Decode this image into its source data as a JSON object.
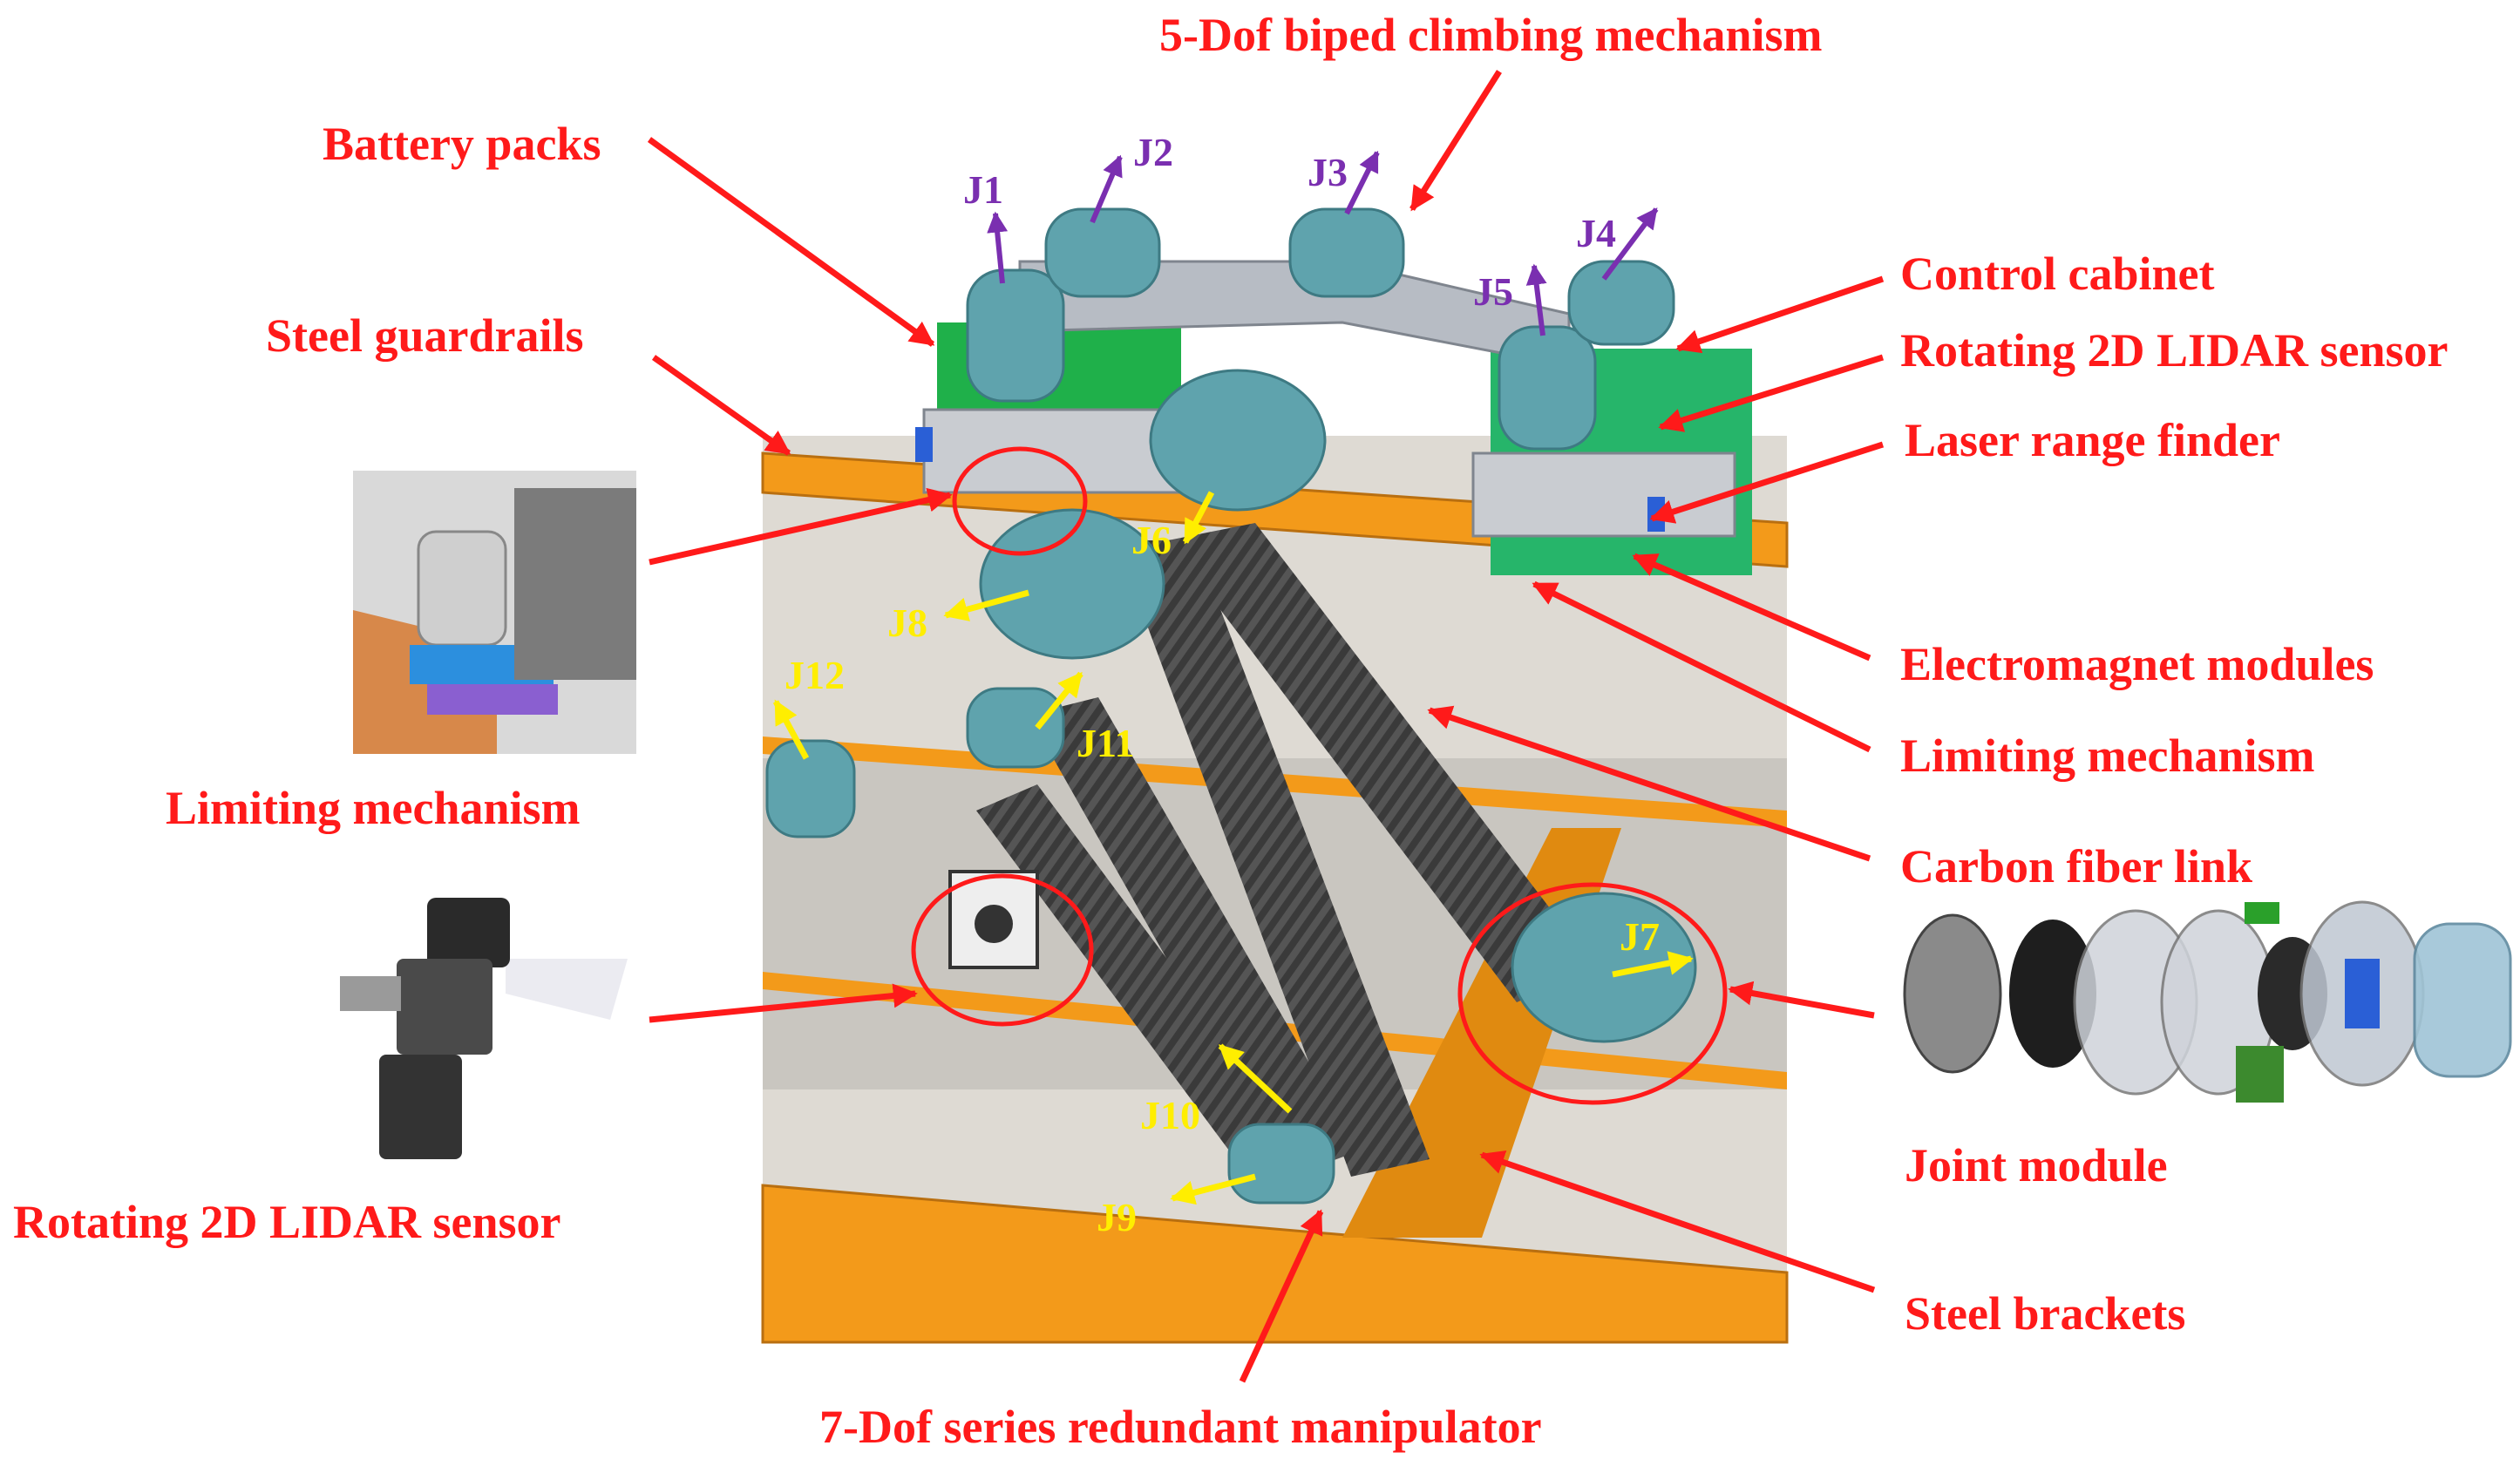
{
  "colors": {
    "label": "#ff1a1a",
    "arrow": "#ff1a1a",
    "joint_upper": "#7a2fb0",
    "joint_lower": "#ffee00",
    "steel_bracket": "#f39a1a",
    "wall": "#dedad3",
    "joint_shell": "#5fa3ad",
    "carbon_link": "#3d3d3d",
    "battery": "#1fb04a",
    "cabinet": "#26b56a",
    "magnet": "#2a5fd6"
  },
  "labels": {
    "biped": "5-Dof biped climbing mechanism",
    "battery": "Battery packs",
    "guardrails": "Steel guardrails",
    "control": "Control cabinet",
    "lidar_right": "Rotating 2D LIDAR sensor",
    "laser": "Laser range finder",
    "magnet": "Electromagnet  modules",
    "limiting_right": "Limiting mechanism",
    "carbon": "Carbon fiber link",
    "joint_module": "Joint module",
    "brackets": "Steel brackets",
    "manipulator": "7-Dof series redundant manipulator",
    "limiting_left": "Limiting mechanism",
    "lidar_left": "Rotating 2D LIDAR sensor"
  },
  "joints": {
    "j1": "J1",
    "j2": "J2",
    "j3": "J3",
    "j4": "J4",
    "j5": "J5",
    "j6": "J6",
    "j7": "J7",
    "j8": "J8",
    "j9": "J9",
    "j10": "J10",
    "j11": "J11",
    "j12": "J12"
  }
}
